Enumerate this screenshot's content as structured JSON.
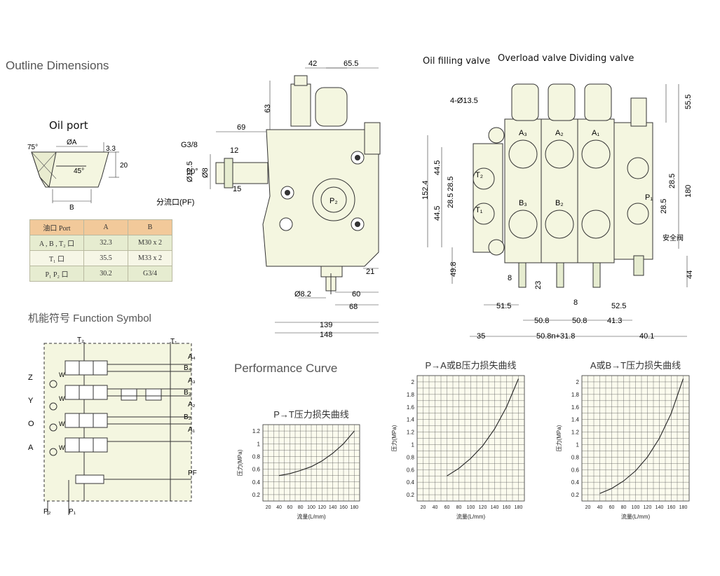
{
  "section_titles": {
    "outline": "Outline Dimensions",
    "function": "机能符号  Function Symbol",
    "performance": "Performance Curve"
  },
  "annotations": {
    "oil_port": "Oil port",
    "oil_filling_valve": "Oil filling valve",
    "overload_valve": "Overload valve",
    "dividing_valve": "Dividing valve"
  },
  "port_table": {
    "headers": [
      "油口 Port",
      "A",
      "B"
    ],
    "rows": [
      [
        "A , B , T₂ 口",
        "32.3",
        "M30 x 2"
      ],
      [
        "T₁ 口",
        "35.5",
        "M33 x 2"
      ],
      [
        "P₁ P₂ 口",
        "30.2",
        "G3/4"
      ]
    ]
  },
  "oil_port_dims": {
    "angle": "75°",
    "dia": "ØA",
    "d1": "3.3",
    "d2": "20",
    "angle2": "45°",
    "b": "B"
  },
  "side_view_dims": {
    "top1": "42",
    "top2": "65.5",
    "h63": "63",
    "w69": "69",
    "g38": "G3/8",
    "d12": "12",
    "d125": "Ø12.5",
    "a60": "60°",
    "d8": "Ø8",
    "d15": "15",
    "pf": "分流口(PF)",
    "p2": "P₂",
    "d21": "21",
    "d82": "Ø8.2",
    "d60": "60",
    "d68": "68",
    "d139": "139",
    "d148": "148"
  },
  "front_view_dims": {
    "holes": "4-Ø13.5",
    "a3": "A₃",
    "a2": "A₂",
    "a1": "A₁",
    "b3": "B₃",
    "b2": "B₂",
    "t2": "T₂",
    "t1": "T₁",
    "p1": "P₁",
    "d555": "55.5",
    "d1524": "152.4",
    "d445a": "44.5",
    "d285a": "28.5",
    "d285b": "28.5",
    "d445b": "44.5",
    "d285c": "28.5",
    "d285d": "28.5",
    "d180": "180",
    "d498": "49.8",
    "d44": "44",
    "d8": "8",
    "d23": "23",
    "d8b": "8",
    "safety": "安全阀",
    "d515": "51.5",
    "d525": "52.5",
    "d508a": "50.8",
    "d508b": "50.8",
    "d413": "41.3",
    "d35": "35",
    "d508n": "50.8n+31.8",
    "d401": "40.1"
  },
  "function_symbol_labels": {
    "t2": "T₂",
    "t1": "T₁",
    "a4": "A₄",
    "b4": "B₄",
    "a3": "A₃",
    "b3": "B₃",
    "a2": "A₂",
    "b2": "B₂",
    "a1": "A₁",
    "pf": "PF",
    "p2": "P₂",
    "p1": "P₁",
    "z": "Z",
    "y": "Y",
    "o": "O",
    "a": "A",
    "w": "W"
  },
  "chart_data": [
    {
      "type": "line",
      "title": "P→T压力损失曲线",
      "xlabel": "流量(L/mm)",
      "ylabel": "压力(MPa)",
      "x_ticks": [
        20,
        40,
        60,
        80,
        100,
        120,
        140,
        160,
        180
      ],
      "y_ticks": [
        0.2,
        0.4,
        0.6,
        0.8,
        1.0,
        1.2
      ],
      "xlim": [
        10,
        190
      ],
      "ylim": [
        0.1,
        1.3
      ],
      "grid": true,
      "series": [
        {
          "x": [
            40,
            60,
            80,
            100,
            120,
            140,
            160,
            180
          ],
          "y": [
            0.5,
            0.53,
            0.58,
            0.64,
            0.73,
            0.85,
            1.0,
            1.2
          ]
        }
      ]
    },
    {
      "type": "line",
      "title": "P→A或B压力损失曲线",
      "xlabel": "流量(L/mm)",
      "ylabel": "压力(MPa)",
      "x_ticks": [
        20,
        40,
        60,
        80,
        100,
        120,
        140,
        160,
        180
      ],
      "y_ticks": [
        0.2,
        0.4,
        0.6,
        0.8,
        1.0,
        1.2,
        1.4,
        1.6,
        1.8,
        2.0
      ],
      "xlim": [
        10,
        190
      ],
      "ylim": [
        0.1,
        2.1
      ],
      "grid": true,
      "series": [
        {
          "x": [
            60,
            80,
            100,
            120,
            140,
            160,
            180
          ],
          "y": [
            0.5,
            0.62,
            0.78,
            0.98,
            1.25,
            1.6,
            2.05
          ]
        }
      ]
    },
    {
      "type": "line",
      "title": "A或B→T压力损失曲线",
      "xlabel": "流量(L/mm)",
      "ylabel": "压力(MPa)",
      "x_ticks": [
        20,
        40,
        60,
        80,
        100,
        120,
        140,
        160,
        180
      ],
      "y_ticks": [
        0.2,
        0.4,
        0.6,
        0.8,
        1.0,
        1.2,
        1.4,
        1.6,
        1.8,
        2.0
      ],
      "xlim": [
        10,
        190
      ],
      "ylim": [
        0.1,
        2.1
      ],
      "grid": true,
      "series": [
        {
          "x": [
            40,
            60,
            80,
            100,
            120,
            140,
            160,
            180
          ],
          "y": [
            0.22,
            0.3,
            0.42,
            0.58,
            0.8,
            1.1,
            1.5,
            2.05
          ]
        }
      ]
    }
  ]
}
